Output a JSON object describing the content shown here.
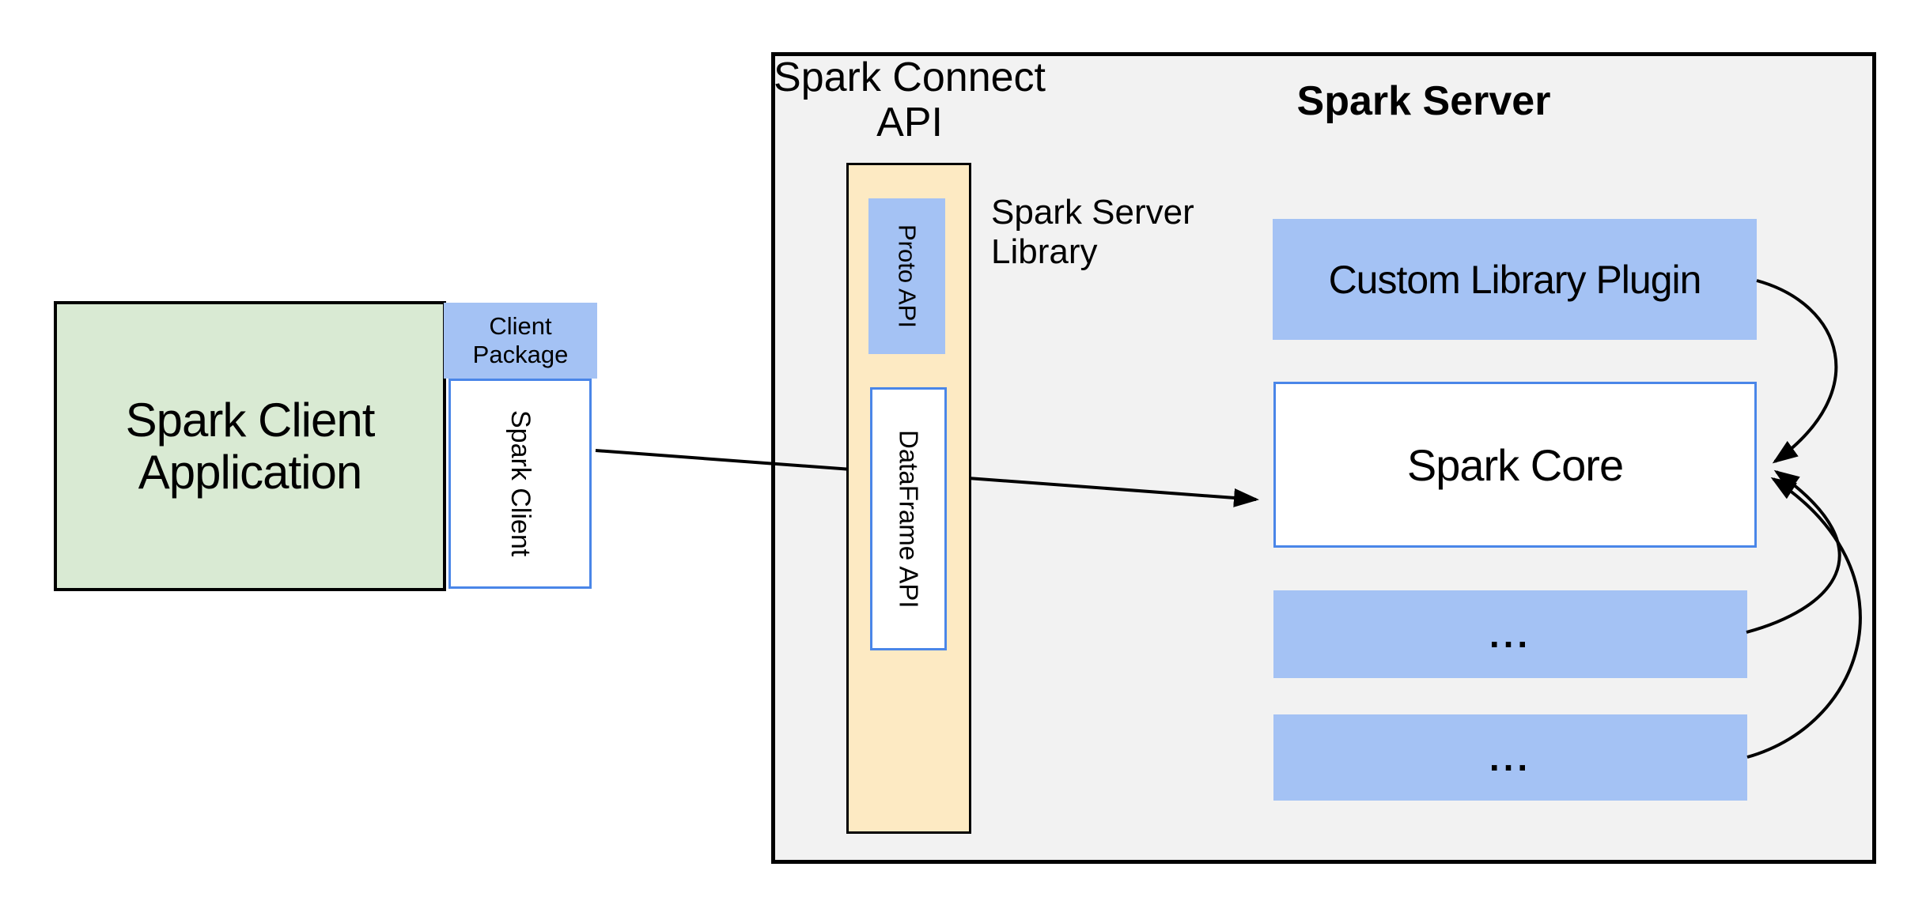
{
  "colors": {
    "canvas_bg": "#ffffff",
    "green_fill": "#d9ead3",
    "blue_fill": "#a4c2f4",
    "blue_border": "#4a86e8",
    "yellow_fill": "#fdeac3",
    "server_fill": "#f2f2f2",
    "line": "#000000"
  },
  "client": {
    "app_line1": "Spark Client",
    "app_line2": "Application",
    "package_line1": "Client",
    "package_line2": "Package",
    "spark_client": "Spark Client"
  },
  "server": {
    "title": "Spark Server",
    "connect_line1": "Spark Connect",
    "connect_line2": "API",
    "library_line1": "Spark Server",
    "library_line2": "Library",
    "proto_api": "Proto API",
    "dataframe_api": "DataFrame API",
    "custom_plugin": "Custom Library Plugin",
    "spark_core": "Spark Core",
    "ellipsis_1": "...",
    "ellipsis_2": "..."
  }
}
